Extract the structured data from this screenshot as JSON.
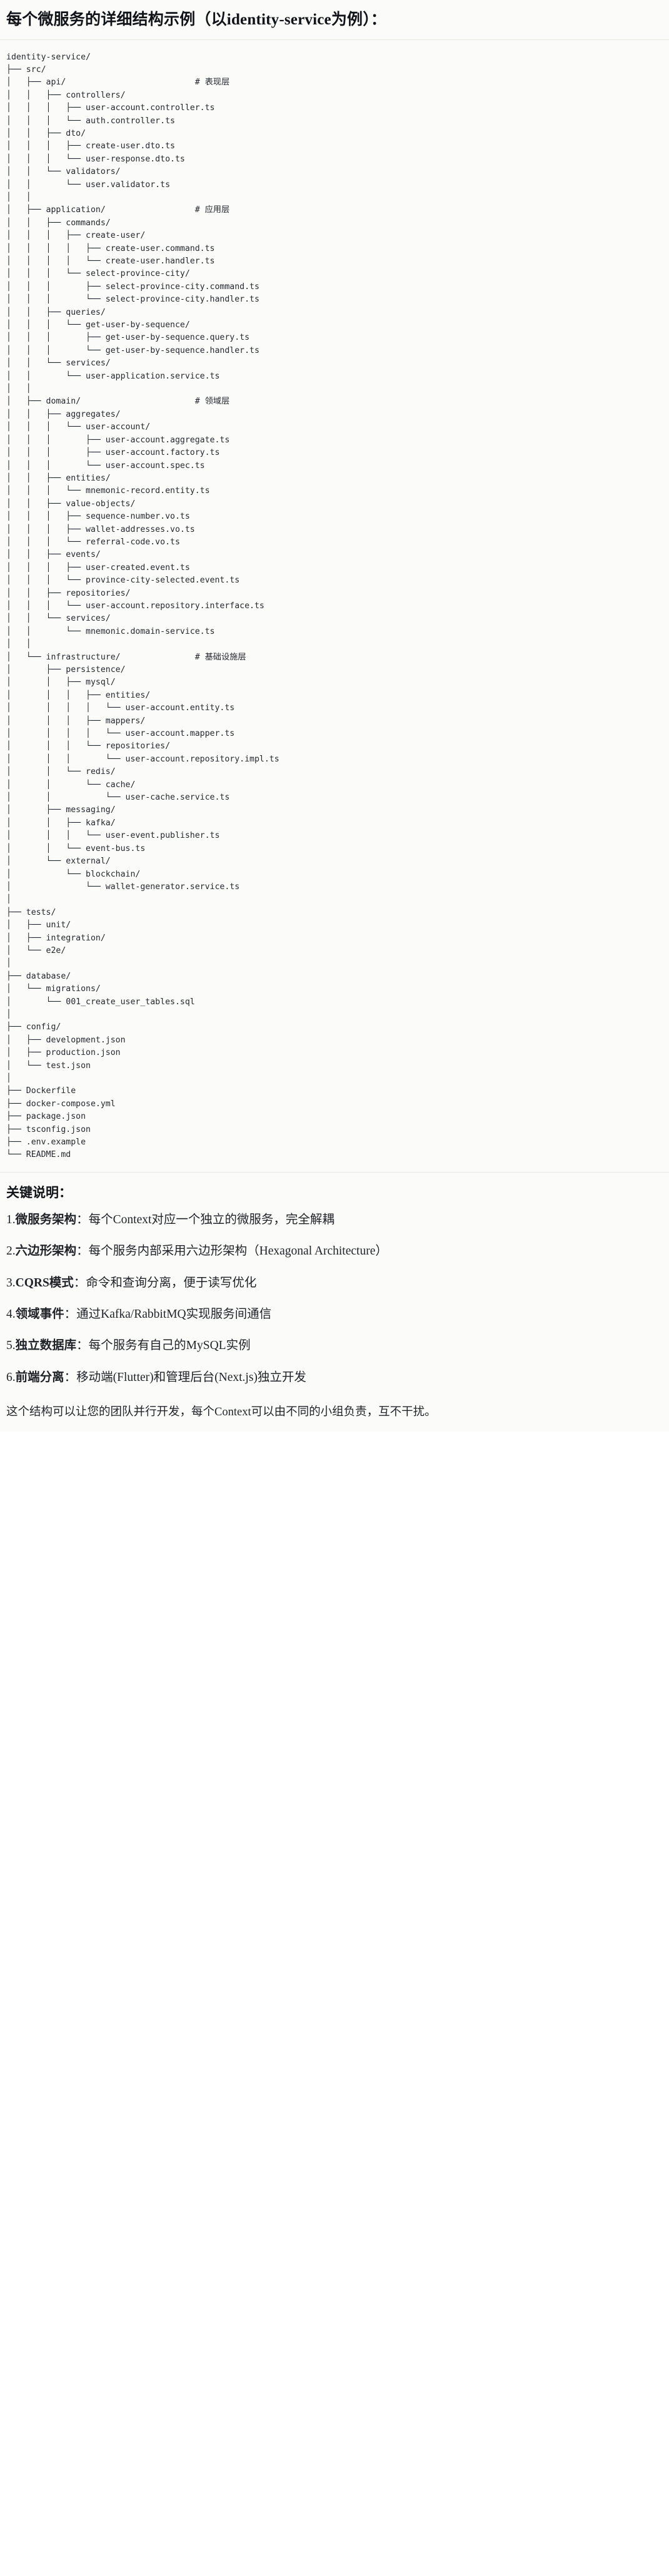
{
  "title": "每个微服务的详细结构示例（以identity-service为例）：",
  "tree": {
    "root": "identity-service/",
    "text": "identity-service/\n├── src/\n│   ├── api/                          # 表现层\n│   │   ├── controllers/\n│   │   │   ├── user-account.controller.ts\n│   │   │   └── auth.controller.ts\n│   │   ├── dto/\n│   │   │   ├── create-user.dto.ts\n│   │   │   └── user-response.dto.ts\n│   │   └── validators/\n│   │       └── user.validator.ts\n│   │\n│   ├── application/                  # 应用层\n│   │   ├── commands/\n│   │   │   ├── create-user/\n│   │   │   │   ├── create-user.command.ts\n│   │   │   │   └── create-user.handler.ts\n│   │   │   └── select-province-city/\n│   │   │       ├── select-province-city.command.ts\n│   │   │       └── select-province-city.handler.ts\n│   │   ├── queries/\n│   │   │   └── get-user-by-sequence/\n│   │   │       ├── get-user-by-sequence.query.ts\n│   │   │       └── get-user-by-sequence.handler.ts\n│   │   └── services/\n│   │       └── user-application.service.ts\n│   │\n│   ├── domain/                       # 领域层\n│   │   ├── aggregates/\n│   │   │   └── user-account/\n│   │   │       ├── user-account.aggregate.ts\n│   │   │       ├── user-account.factory.ts\n│   │   │       └── user-account.spec.ts\n│   │   ├── entities/\n│   │   │   └── mnemonic-record.entity.ts\n│   │   ├── value-objects/\n│   │   │   ├── sequence-number.vo.ts\n│   │   │   ├── wallet-addresses.vo.ts\n│   │   │   └── referral-code.vo.ts\n│   │   ├── events/\n│   │   │   ├── user-created.event.ts\n│   │   │   └── province-city-selected.event.ts\n│   │   ├── repositories/\n│   │   │   └── user-account.repository.interface.ts\n│   │   └── services/\n│   │       └── mnemonic.domain-service.ts\n│   │\n│   └── infrastructure/               # 基础设施层\n│       ├── persistence/\n│       │   ├── mysql/\n│       │   │   ├── entities/\n│       │   │   │   └── user-account.entity.ts\n│       │   │   ├── mappers/\n│       │   │   │   └── user-account.mapper.ts\n│       │   │   └── repositories/\n│       │   │       └── user-account.repository.impl.ts\n│       │   └── redis/\n│       │       └── cache/\n│       │           └── user-cache.service.ts\n│       ├── messaging/\n│       │   ├── kafka/\n│       │   │   └── user-event.publisher.ts\n│       │   └── event-bus.ts\n│       └── external/\n│           └── blockchain/\n│               └── wallet-generator.service.ts\n│\n├── tests/\n│   ├── unit/\n│   ├── integration/\n│   └── e2e/\n│\n├── database/\n│   └── migrations/\n│       └── 001_create_user_tables.sql\n│\n├── config/\n│   ├── development.json\n│   ├── production.json\n│   └── test.json\n│\n├── Dockerfile\n├── docker-compose.yml\n├── package.json\n├── tsconfig.json\n├── .env.example\n└── README.md",
    "layer_comments": [
      {
        "path": "api/",
        "comment": "# 表现层"
      },
      {
        "path": "application/",
        "comment": "# 应用层"
      },
      {
        "path": "domain/",
        "comment": "# 领域层"
      },
      {
        "path": "infrastructure/",
        "comment": "# 基础设施层"
      }
    ]
  },
  "notes": {
    "heading": "关键说明：",
    "items": [
      {
        "num": "1.",
        "term": "微服务架构",
        "desc": "：每个Context对应一个独立的微服务，完全解耦"
      },
      {
        "num": "2.",
        "term": "六边形架构",
        "desc": "：每个服务内部采用六边形架构（Hexagonal Architecture）"
      },
      {
        "num": "3.",
        "term": "CQRS模式",
        "desc": "：命令和查询分离，便于读写优化"
      },
      {
        "num": "4.",
        "term": "领域事件",
        "desc": "：通过Kafka/RabbitMQ实现服务间通信"
      },
      {
        "num": "5.",
        "term": "独立数据库",
        "desc": "：每个服务有自己的MySQL实例"
      },
      {
        "num": "6.",
        "term": "前端分离",
        "desc": "：移动端(Flutter)和管理后台(Next.js)独立开发"
      }
    ],
    "closing": "这个结构可以让您的团队并行开发，每个Context可以由不同的小组负责，互不干扰。"
  }
}
